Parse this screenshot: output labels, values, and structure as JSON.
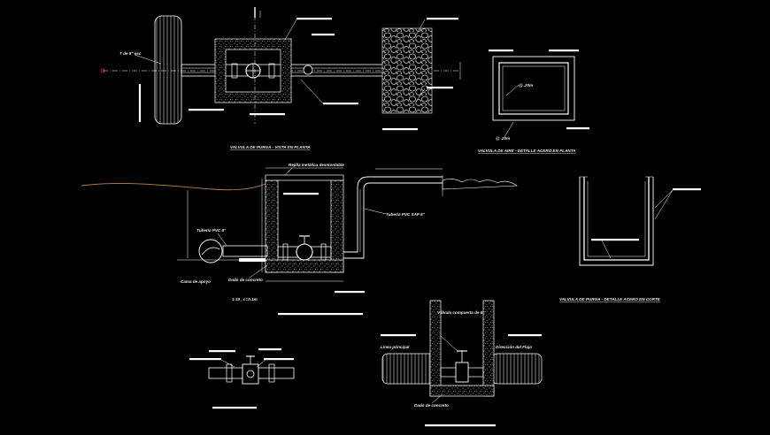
{
  "drawing": {
    "background": "#000000",
    "line_color": "#ffffff",
    "terrain_color": "#b8864b",
    "accent_red": "#ff2a2a"
  },
  "plan_view": {
    "pipe_label": "T de 8\" esc",
    "title": "VALVULA DE PURGA - VISTA EN PLANTA"
  },
  "rebar_plan": {
    "bar_label_top": "@ .20m",
    "bar_label_bottom": "@ .20m",
    "title": "VALVULA DE AIRE - DETALLE ACERO EN PLANTA"
  },
  "section_view": {
    "grate_label": "Rejilla metálica desmontable",
    "pipe_right_label": "Tubería PVC SAP 6\"",
    "pipe_left_label": "Tubería PVC 8\"",
    "support_label": "Dado de concreto",
    "base_label": "Cama de apoyo",
    "slope_label": "1:10 , c=0.1m"
  },
  "rebar_section": {
    "title": "VALVULA DE PURGA - DETALLE ACERO EN CORTE"
  },
  "detail_view": {
    "valve_label": "Válvula compuerta de 6\"",
    "left_label": "Línea principal",
    "right_label": "Dirección del Flujo",
    "bottom_label": "Dado de concreto"
  }
}
